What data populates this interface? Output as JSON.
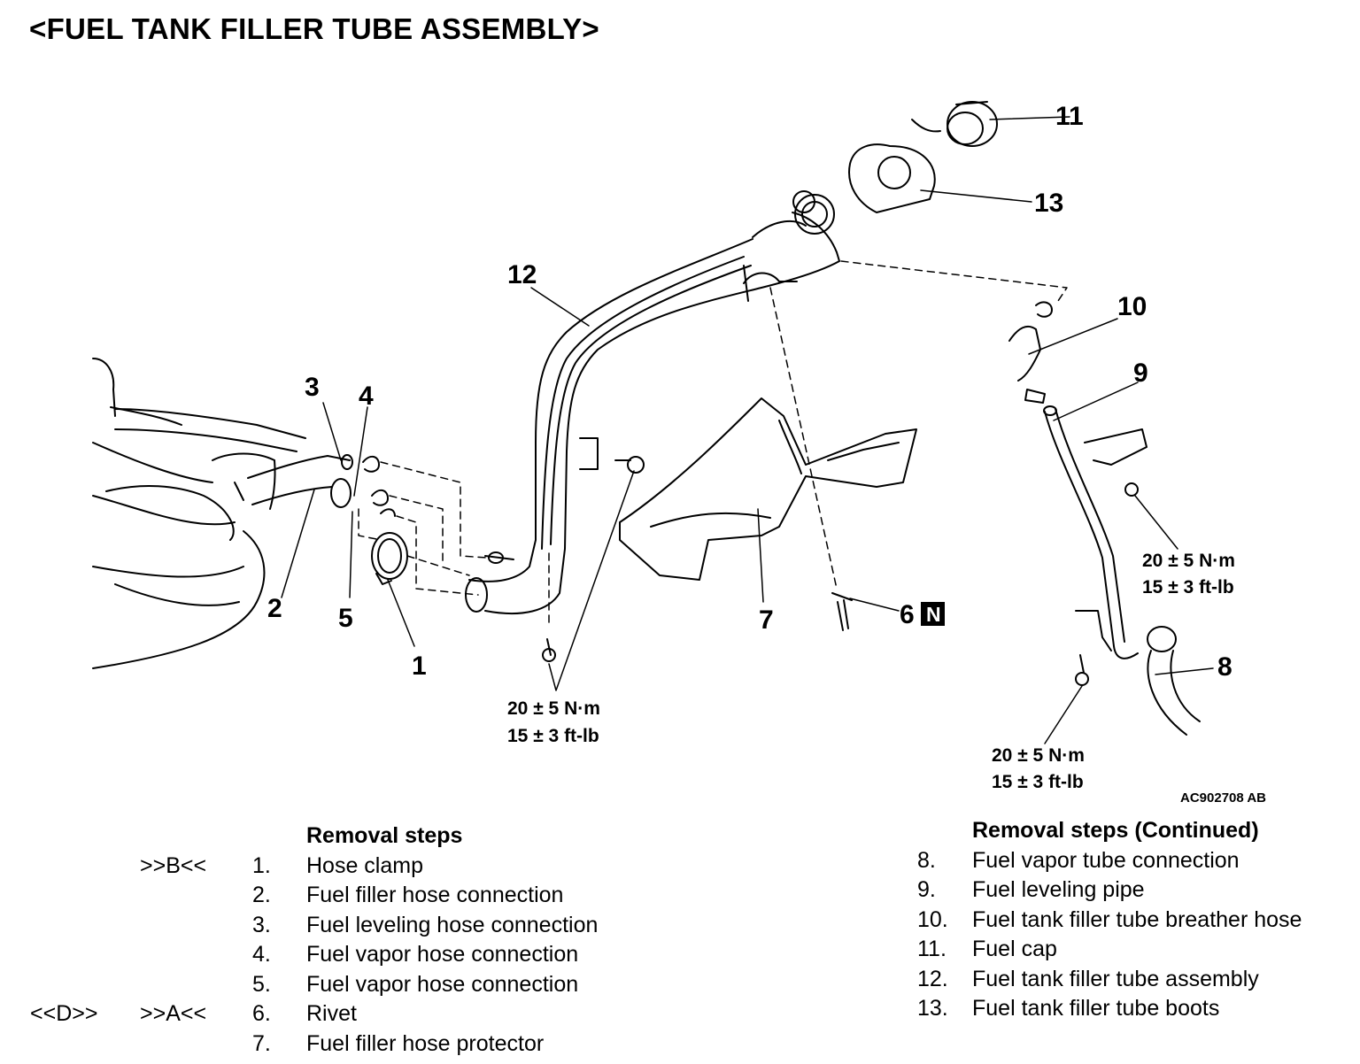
{
  "title": "<FUEL TANK FILLER TUBE ASSEMBLY>",
  "callouts": {
    "c1": "1",
    "c2": "2",
    "c3": "3",
    "c4": "4",
    "c5": "5",
    "c6": "6",
    "c6_badge": "N",
    "c7": "7",
    "c8": "8",
    "c9": "9",
    "c10": "10",
    "c11": "11",
    "c12": "12",
    "c13": "13"
  },
  "torque": {
    "t1_line1": "20 ± 5 N·m",
    "t1_line2": "15 ± 3 ft-lb",
    "t2_line1": "20 ± 5 N·m",
    "t2_line2": "15 ± 3 ft-lb",
    "t3_line1": "20 ± 5 N·m",
    "t3_line2": "15 ± 3 ft-lb"
  },
  "figure_id": "AC902708 AB",
  "removal_left": {
    "heading": "Removal steps",
    "steps": [
      {
        "mark1": "",
        "mark2": ">>B<<",
        "num": "1.",
        "label": "Hose clamp"
      },
      {
        "mark1": "",
        "mark2": "",
        "num": "2.",
        "label": "Fuel filler hose connection"
      },
      {
        "mark1": "",
        "mark2": "",
        "num": "3.",
        "label": "Fuel leveling hose connection"
      },
      {
        "mark1": "",
        "mark2": "",
        "num": "4.",
        "label": "Fuel vapor hose connection"
      },
      {
        "mark1": "",
        "mark2": "",
        "num": "5.",
        "label": "Fuel vapor hose connection"
      },
      {
        "mark1": "<<D>>",
        "mark2": ">>A<<",
        "num": "6.",
        "label": "Rivet"
      },
      {
        "mark1": "",
        "mark2": "",
        "num": "7.",
        "label": "Fuel filler hose protector"
      }
    ]
  },
  "removal_right": {
    "heading": "Removal steps (Continued)",
    "steps": [
      {
        "num": "8.",
        "label": "Fuel vapor tube connection"
      },
      {
        "num": "9.",
        "label": "Fuel leveling pipe"
      },
      {
        "num": "10.",
        "label": "Fuel tank filler tube breather hose"
      },
      {
        "num": "11.",
        "label": "Fuel cap"
      },
      {
        "num": "12.",
        "label": "Fuel tank filler tube assembly"
      },
      {
        "num": "13.",
        "label": "Fuel tank filler tube boots"
      }
    ]
  }
}
